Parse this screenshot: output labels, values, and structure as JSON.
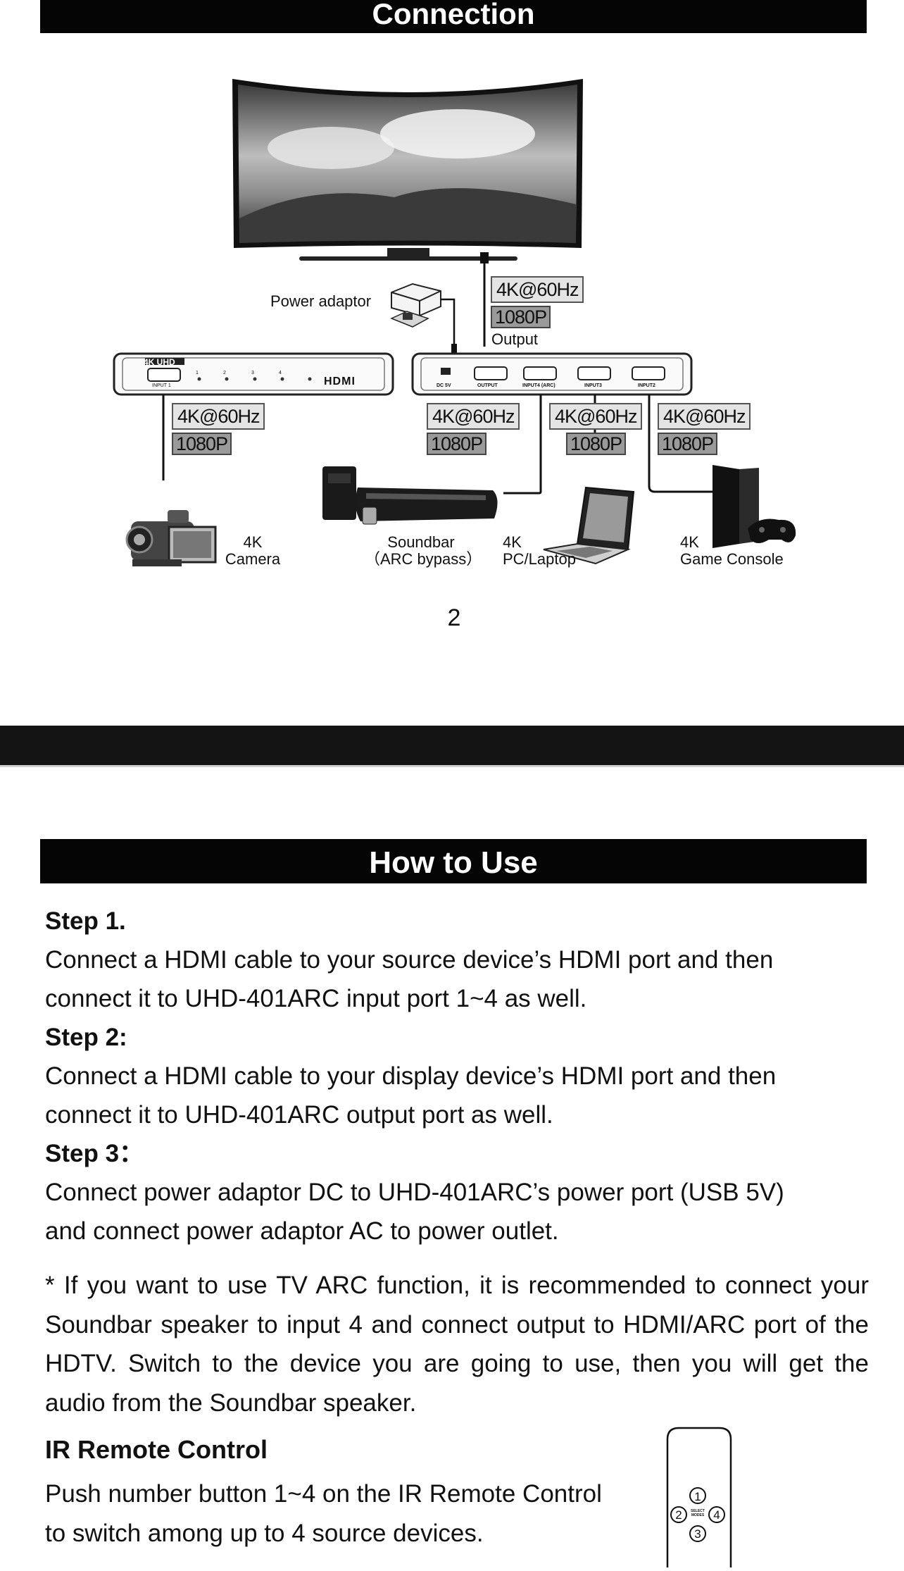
{
  "connection": {
    "title": "Connection",
    "power_adaptor": "Power adaptor",
    "output_label": "Output",
    "switch_brand": "4K UHD",
    "switch_logo": "HDMI",
    "port_labels": [
      "INPUT 1",
      "DC 5V",
      "OUTPUT",
      "INPUT4 (ARC)",
      "INPUT3",
      "INPUT2"
    ],
    "led_numbers": [
      "1",
      "2",
      "3",
      "4"
    ],
    "spec_hz": "4K@60Hz",
    "spec_p": "1080P",
    "devices": {
      "camera_line1": "4K",
      "camera_line2": "Camera",
      "soundbar_line1": "Soundbar",
      "soundbar_line2": "（ARC  bypass）",
      "pc_line1": "4K",
      "pc_line2": "PC/Laptop",
      "console_line1": "4K",
      "console_line2": "Game  Console"
    },
    "page_number": "2"
  },
  "how_to_use": {
    "title": "How to Use",
    "step1_title": "Step 1.",
    "step1_line1": "Connect a HDMI cable to your source device’s HDMI port and then",
    "step1_line2": "connect it to UHD-401ARC input port 1~4 as well.",
    "step2_title": "Step 2:",
    "step2_line1": "Connect a HDMI cable to your display device’s HDMI port and then",
    "step2_line2": "connect it to UHD-401ARC output port as well.",
    "step3_title": "Step 3：",
    "step3_line1": "Connect power adaptor DC to UHD-401ARC’s power port (USB 5V)",
    "step3_line2": "and connect power adaptor AC to power outlet.",
    "note": "* If you want to use TV ARC function, it is recommended to connect your Soundbar speaker to input 4 and connect output to HDMI/ARC port of the HDTV. Switch to the device you are going to use, then you will get the audio from the Soundbar speaker.",
    "ir_title": "IR Remote Control",
    "ir_line1": "Push number button 1~4 on the IR Remote Control",
    "ir_line2": "to switch among up to 4 source devices.",
    "remote_buttons": [
      "1",
      "2",
      "3",
      "4"
    ],
    "remote_center_label": "SELECT MODES"
  }
}
